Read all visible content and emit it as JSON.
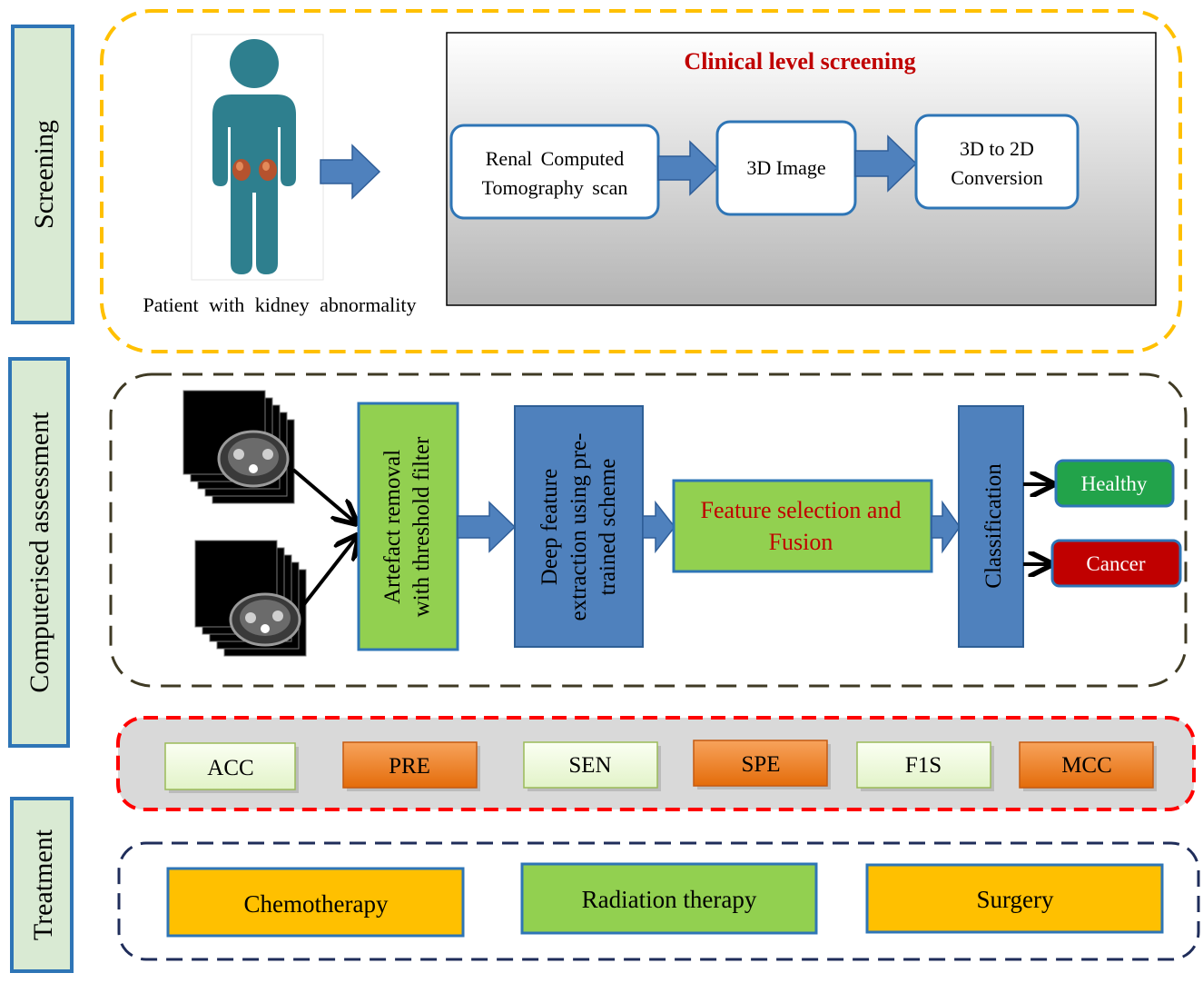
{
  "stages": {
    "screening": "Screening",
    "assessment": "Computerised assessment",
    "treatment": "Treatment"
  },
  "screening": {
    "patient_caption": "Patient with kidney abnormality",
    "clinical_title": "Clinical level screening",
    "steps": [
      {
        "lines": [
          "Renal Computed",
          "Tomography scan"
        ]
      },
      {
        "lines": [
          "3D Image"
        ]
      },
      {
        "lines": [
          "3D to 2D",
          "Conversion"
        ]
      }
    ]
  },
  "assessment": {
    "artefact": [
      "Artefact removal",
      "with threshold filter"
    ],
    "deep": [
      "Deep feature",
      "extraction using pre-",
      "trained scheme"
    ],
    "fusion": [
      "Feature selection and",
      "Fusion"
    ],
    "classification": "Classification",
    "outputs": {
      "healthy": "Healthy",
      "cancer": "Cancer"
    }
  },
  "metrics": [
    "ACC",
    "PRE",
    "SEN",
    "SPE",
    "F1S",
    "MCC"
  ],
  "treatments": [
    "Chemotherapy",
    "Radiation therapy",
    "Surgery"
  ],
  "colors": {
    "stage_fill": "#d9ead3",
    "stage_border": "#2e75b6",
    "yellow_dash": "#ffc000",
    "dark_dash": "#3f3a24",
    "red_dash": "#ff0000",
    "navy_dash": "#1f2d5a",
    "blue_box": "#4f81bd",
    "green_box": "#92d050",
    "orange_box": "#f4822a",
    "light_green": "#ebf7d6",
    "gold_box": "#ffc000",
    "healthy": "#22a34a",
    "cancer": "#c00000",
    "title_red": "#c00000",
    "patient": "#2e7f8e"
  }
}
